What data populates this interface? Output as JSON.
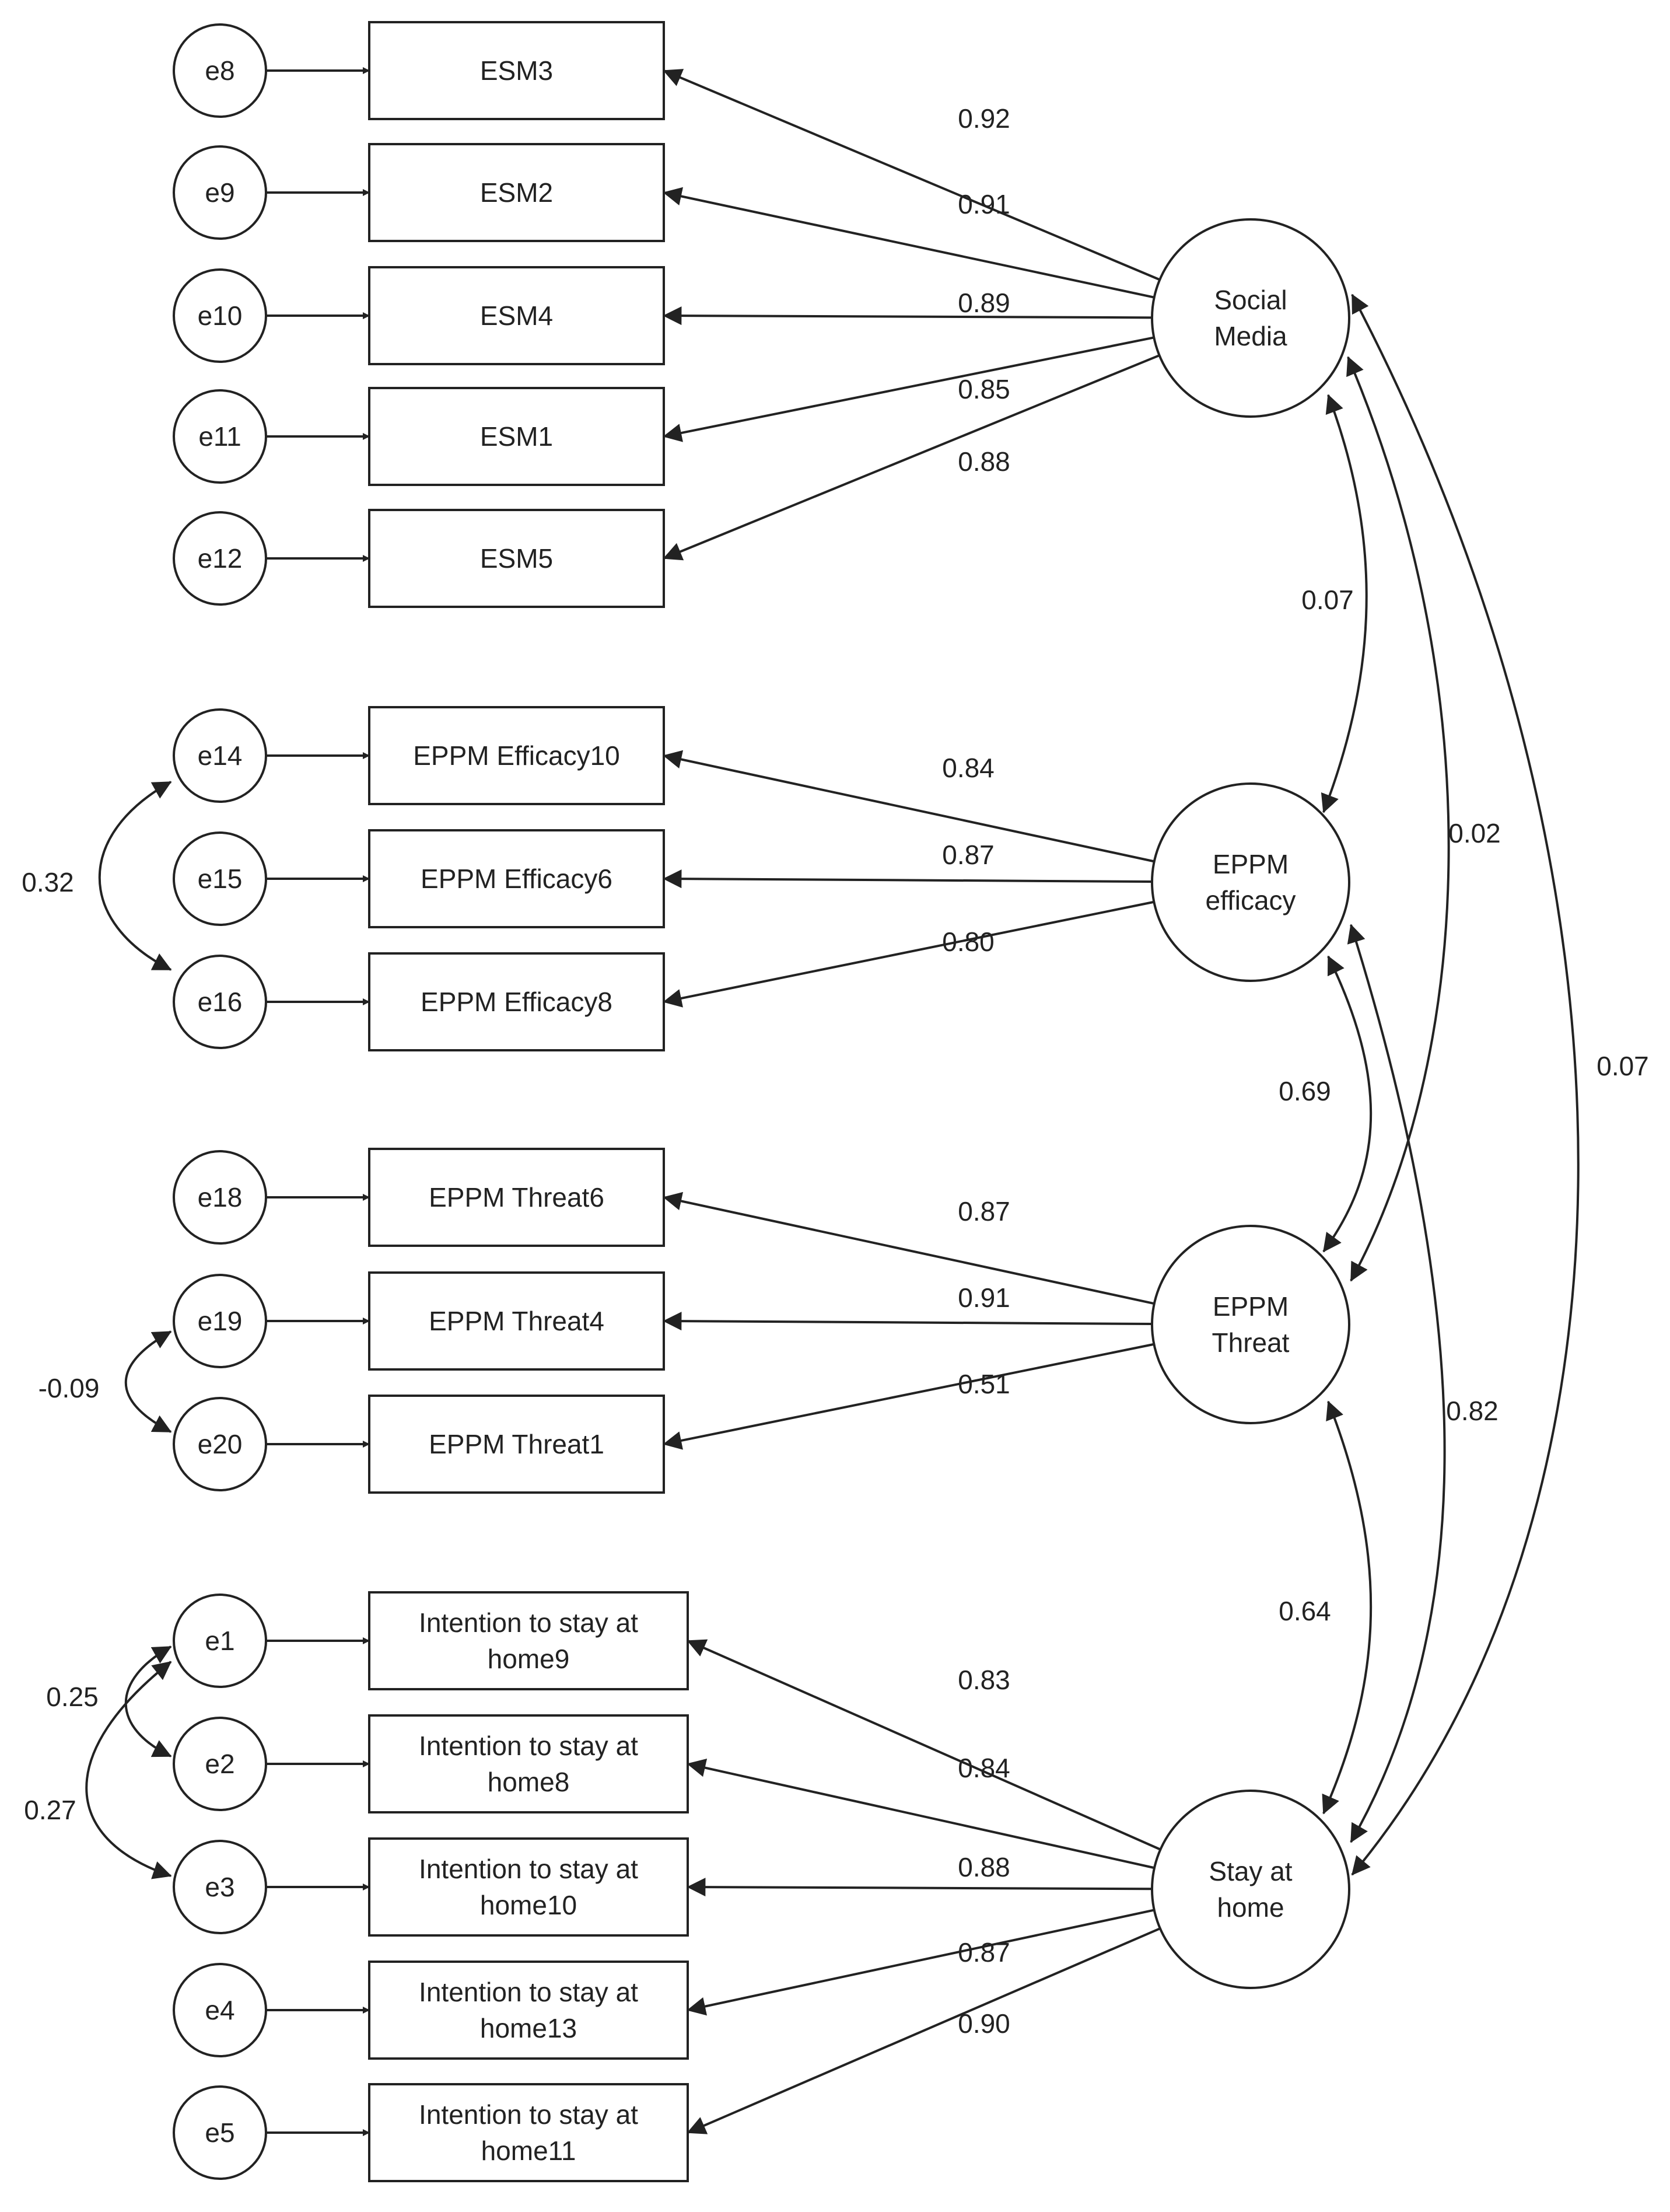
{
  "indicators": [
    {
      "id": "ESM3",
      "lines": [
        "ESM3"
      ]
    },
    {
      "id": "ESM2",
      "lines": [
        "ESM2"
      ]
    },
    {
      "id": "ESM4",
      "lines": [
        "ESM4"
      ]
    },
    {
      "id": "ESM1",
      "lines": [
        "ESM1"
      ]
    },
    {
      "id": "ESM5",
      "lines": [
        "ESM5"
      ]
    },
    {
      "id": "EPPM Efficacy10",
      "lines": [
        "EPPM Efficacy10"
      ]
    },
    {
      "id": "EPPM Efficacy6",
      "lines": [
        "EPPM Efficacy6"
      ]
    },
    {
      "id": "EPPM Efficacy8",
      "lines": [
        "EPPM Efficacy8"
      ]
    },
    {
      "id": "EPPM Threat6",
      "lines": [
        "EPPM Threat6"
      ]
    },
    {
      "id": "EPPM Threat4",
      "lines": [
        "EPPM Threat4"
      ]
    },
    {
      "id": "EPPM Threat1",
      "lines": [
        "EPPM Threat1"
      ]
    },
    {
      "id": "Intention to stay at home9",
      "lines": [
        "Intention to stay at",
        "home9"
      ]
    },
    {
      "id": "Intention to stay at home8",
      "lines": [
        "Intention to stay at",
        "home8"
      ]
    },
    {
      "id": "Intention to stay at home10",
      "lines": [
        "Intention to stay at",
        "home10"
      ]
    },
    {
      "id": "Intention to stay at home13",
      "lines": [
        "Intention to stay at",
        "home13"
      ]
    },
    {
      "id": "Intention to stay at home11",
      "lines": [
        "Intention to stay at",
        "home11"
      ]
    }
  ],
  "errors": [
    "e8",
    "e9",
    "e10",
    "e11",
    "e12",
    "e14",
    "e15",
    "e16",
    "e18",
    "e19",
    "e20",
    "e1",
    "e2",
    "e3",
    "e4",
    "e5"
  ],
  "latents": [
    {
      "id": "Social Media",
      "lines": [
        "Social",
        "Media"
      ]
    },
    {
      "id": "EPPM efficacy",
      "lines": [
        "EPPM",
        "efficacy"
      ]
    },
    {
      "id": "EPPM Threat",
      "lines": [
        "EPPM",
        "Threat"
      ]
    },
    {
      "id": "Stay at home",
      "lines": [
        "Stay at",
        "home"
      ]
    }
  ],
  "loadings": [
    {
      "latent": "Social Media",
      "indicator": "ESM3",
      "value": "0.92"
    },
    {
      "latent": "Social Media",
      "indicator": "ESM2",
      "value": "0.91"
    },
    {
      "latent": "Social Media",
      "indicator": "ESM4",
      "value": "0.89"
    },
    {
      "latent": "Social Media",
      "indicator": "ESM1",
      "value": "0.85"
    },
    {
      "latent": "Social Media",
      "indicator": "ESM5",
      "value": "0.88"
    },
    {
      "latent": "EPPM efficacy",
      "indicator": "EPPM Efficacy10",
      "value": "0.84"
    },
    {
      "latent": "EPPM efficacy",
      "indicator": "EPPM Efficacy6",
      "value": "0.87"
    },
    {
      "latent": "EPPM efficacy",
      "indicator": "EPPM Efficacy8",
      "value": "0.80"
    },
    {
      "latent": "EPPM Threat",
      "indicator": "EPPM Threat6",
      "value": "0.87"
    },
    {
      "latent": "EPPM Threat",
      "indicator": "EPPM Threat4",
      "value": "0.91"
    },
    {
      "latent": "EPPM Threat",
      "indicator": "EPPM Threat1",
      "value": "0.51"
    },
    {
      "latent": "Stay at home",
      "indicator": "Intention to stay at home9",
      "value": "0.83"
    },
    {
      "latent": "Stay at home",
      "indicator": "Intention to stay at home8",
      "value": "0.84"
    },
    {
      "latent": "Stay at home",
      "indicator": "Intention to stay at home10",
      "value": "0.88"
    },
    {
      "latent": "Stay at home",
      "indicator": "Intention to stay at home13",
      "value": "0.87"
    },
    {
      "latent": "Stay at home",
      "indicator": "Intention to stay at home11",
      "value": "0.90"
    }
  ],
  "latent_covariances": [
    {
      "a": "Social Media",
      "b": "EPPM efficacy",
      "value": "0.07"
    },
    {
      "a": "Social Media",
      "b": "EPPM Threat",
      "value": "0.02"
    },
    {
      "a": "Social Media",
      "b": "Stay at home",
      "value": "0.07"
    },
    {
      "a": "EPPM efficacy",
      "b": "EPPM Threat",
      "value": "0.69"
    },
    {
      "a": "EPPM efficacy",
      "b": "Stay at home",
      "value": "0.82"
    },
    {
      "a": "EPPM Threat",
      "b": "Stay at home",
      "value": "0.64"
    }
  ],
  "error_covariances": [
    {
      "a": "e14",
      "b": "e16",
      "value": "0.32"
    },
    {
      "a": "e19",
      "b": "e20",
      "value": "-0.09"
    },
    {
      "a": "e1",
      "b": "e2",
      "value": "0.25"
    },
    {
      "a": "e1",
      "b": "e3",
      "value": "0.27"
    }
  ]
}
